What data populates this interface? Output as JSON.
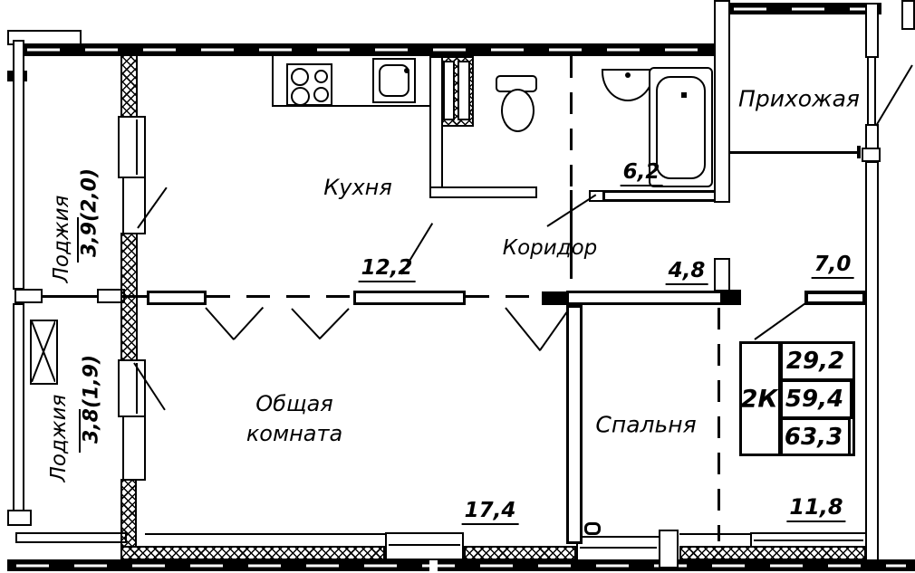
{
  "rooms": {
    "kitchen": {
      "name": "Кухня",
      "area": "12,2"
    },
    "corridor": {
      "name": "Коридор",
      "area": "4,8"
    },
    "bathroom": {
      "area": "6,2"
    },
    "hallway": {
      "name": "Прихожая",
      "area": "7,0"
    },
    "living_room": {
      "name_line1": "Общая",
      "name_line2": "комната",
      "area": "17,4"
    },
    "bedroom": {
      "name": "Спальня",
      "area": "11,8"
    },
    "loggia_upper": {
      "name": "Лоджия",
      "area_main": "3,9",
      "area_paren": "(2,0)"
    },
    "loggia_lower": {
      "name": "Лоджия",
      "area_main": "3,8",
      "area_paren": "(1,9)"
    }
  },
  "info_table": {
    "type_label": "2К",
    "rows": [
      "29,2",
      "59,4",
      "63,3"
    ]
  },
  "colors": {
    "line": "#000000",
    "background": "#ffffff"
  }
}
